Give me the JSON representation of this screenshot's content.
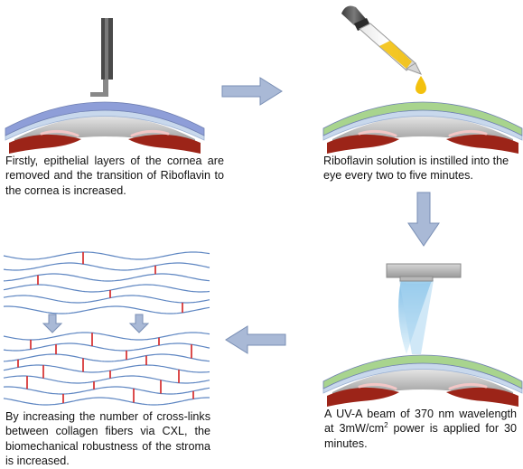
{
  "steps": [
    {
      "text": "Firstly, epithelial layers of the cornea are removed and the transition of Riboflavin to the cornea is increased."
    },
    {
      "text": "Riboflavin solution is instilled into the eye every two to five minutes."
    },
    {
      "text_pre": "A UV-A beam of 370 nm wavelength at 3mW/cm",
      "superscript": "2",
      "text_post": " power is applied for 30 minutes."
    },
    {
      "text": "By increasing the number of cross-links between collagen fibers via CXL, the biomechanical robustness of the stroma is increased."
    }
  ],
  "colors": {
    "epithelium": "#8e9ed8",
    "riboflavin_layer": "#a8d48e",
    "stroma": "#c8d8ec",
    "lens": "#8a8a8a",
    "iris": "#9c2418",
    "arrow_fill": "#a9b9d6",
    "arrow_stroke": "#7a8fb5",
    "riboflavin_drop": "#f3c10e",
    "uv_beam": "#9fd0ee",
    "fiber": "#5e86c2",
    "crosslink": "#d42020",
    "instrument": "#555555"
  },
  "icons": {
    "instrument": "surgical-blade-icon",
    "dropper": "pipette-icon",
    "uv_lamp": "uv-lamp-icon"
  }
}
